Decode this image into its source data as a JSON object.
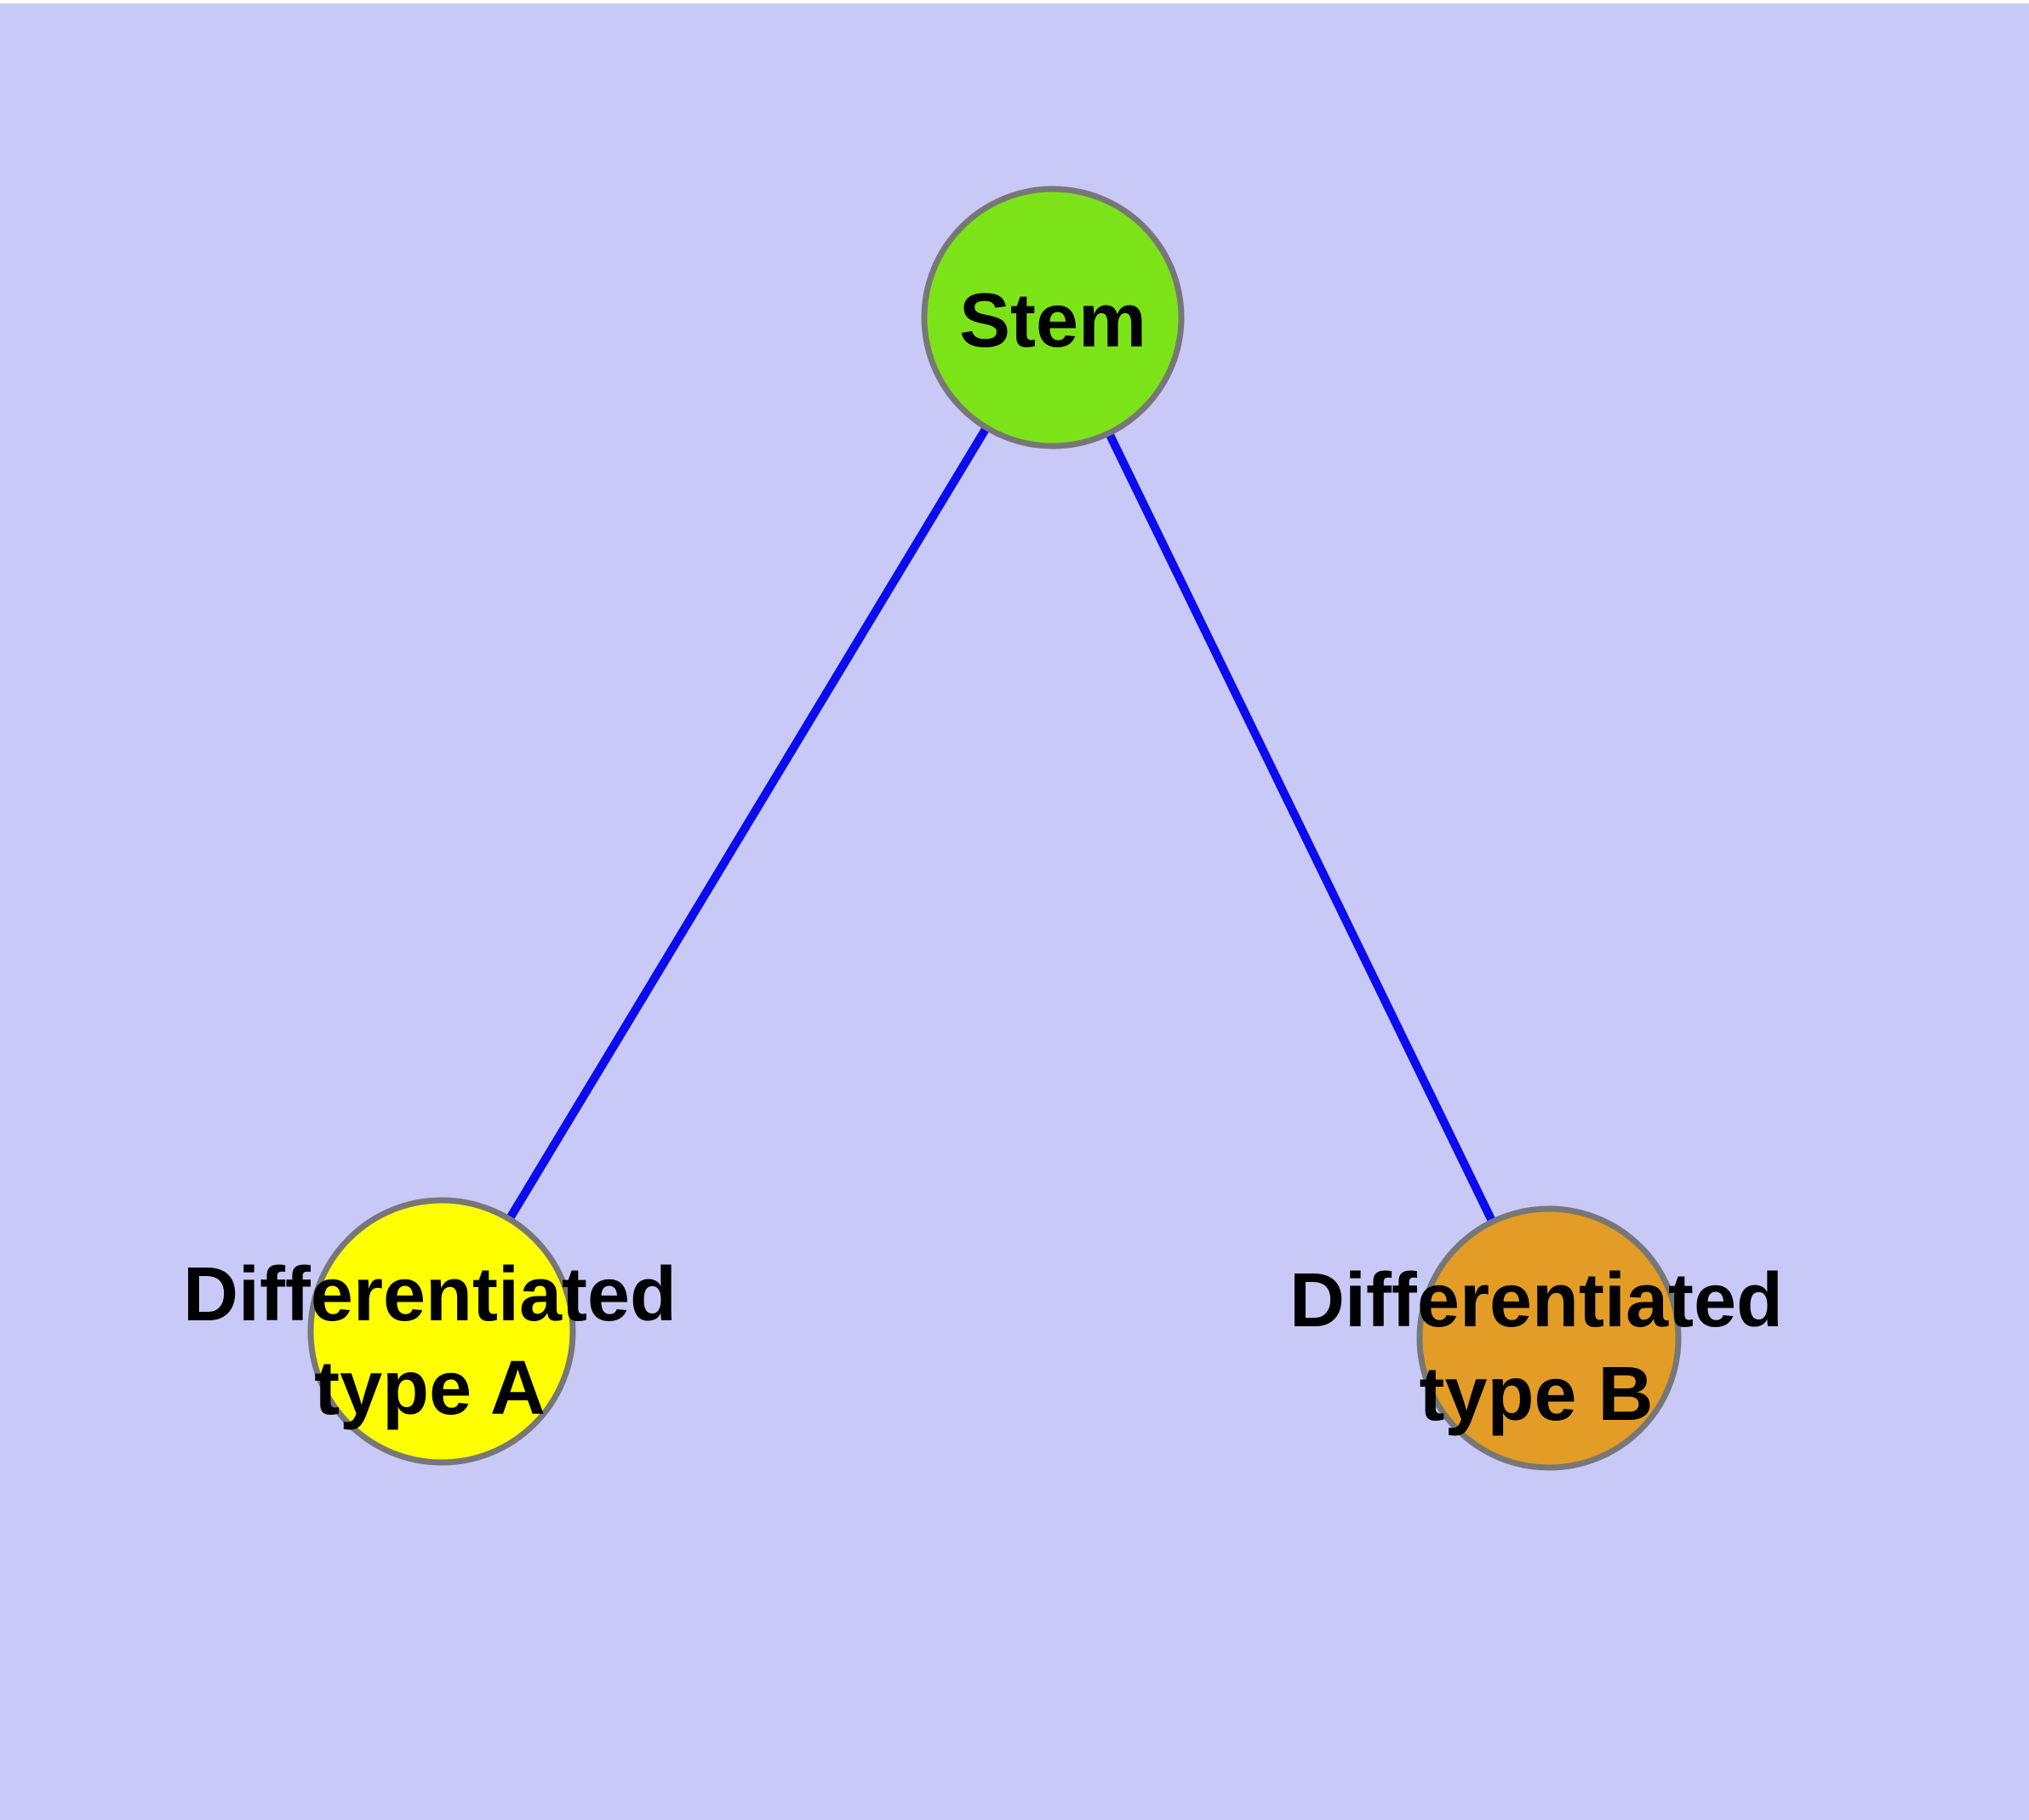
{
  "diagram": {
    "background_color": "#C9C9F8",
    "top_margin_color": "#FFFFFF",
    "edge_color": "#0B0BEE",
    "node_border_color": "#777777",
    "text_color": "#000000",
    "nodes": [
      {
        "id": "stem",
        "label": "Stem",
        "fill": "#7CE318"
      },
      {
        "id": "differentiated-type-a",
        "label_line1": "Differentiated",
        "label_line2": "type A",
        "fill": "#FFFF00"
      },
      {
        "id": "differentiated-type-b",
        "label_line1": "Differentiated",
        "label_line2": "type B",
        "fill": "#E39C26"
      }
    ],
    "edges": [
      {
        "from": "Stem",
        "to": "Differentiated type A"
      },
      {
        "from": "Stem",
        "to": "Differentiated type B"
      }
    ]
  }
}
